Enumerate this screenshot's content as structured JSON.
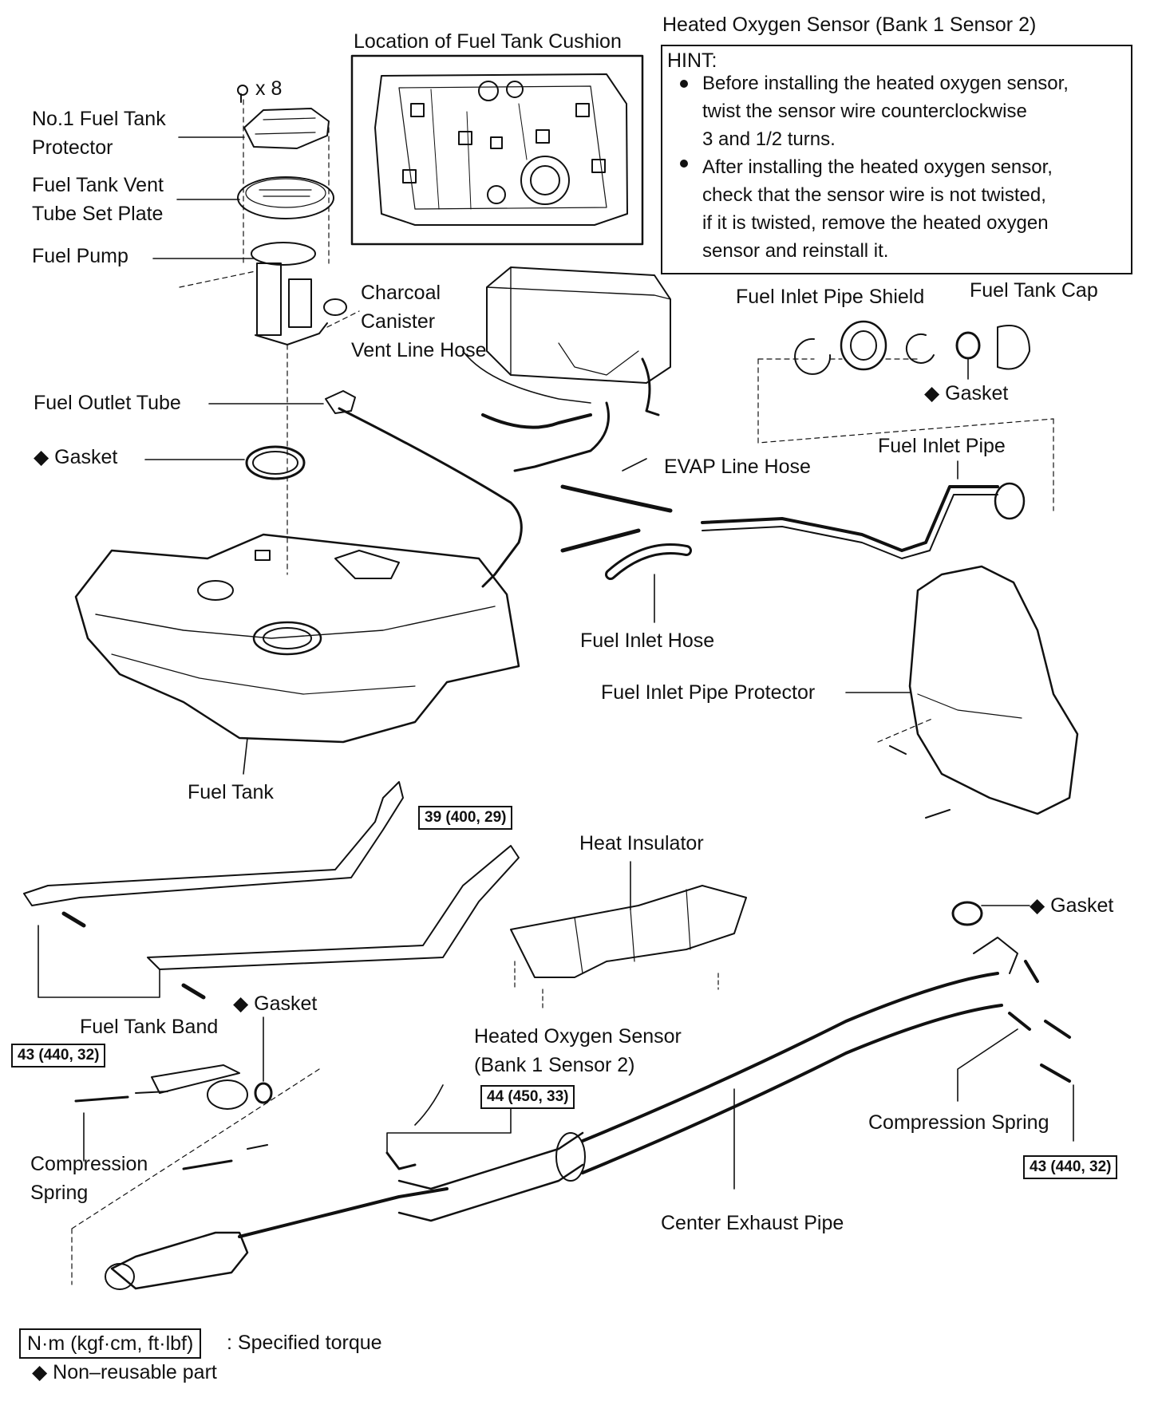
{
  "labels": {
    "fuel_tank_cushion_location": "Location of Fuel Tank Cushion",
    "no1_fuel_tank_protector": [
      "No.1 Fuel Tank",
      "Protector"
    ],
    "x8": "x 8",
    "vent_tube_set_plate": [
      "Fuel Tank Vent",
      "Tube Set Plate"
    ],
    "fuel_pump": "Fuel Pump",
    "charcoal_canister": [
      "Charcoal",
      "Canister"
    ],
    "vent_line_hose": "Vent Line Hose",
    "fuel_outlet_tube": "Fuel Outlet Tube",
    "gasket_pump": "◆ Gasket",
    "evap_line_hose": "EVAP Line Hose",
    "fuel_inlet_pipe_shield": "Fuel Inlet Pipe Shield",
    "fuel_tank_cap": "Fuel Tank Cap",
    "gasket_cap": "◆ Gasket",
    "fuel_inlet_pipe": "Fuel Inlet Pipe",
    "fuel_inlet_hose": "Fuel Inlet Hose",
    "fuel_inlet_pipe_protector": "Fuel Inlet Pipe Protector",
    "fuel_tank": "Fuel Tank",
    "heat_insulator": "Heat Insulator",
    "fuel_tank_band": "Fuel Tank Band",
    "gasket_exhaust_front": "◆ Gasket",
    "gasket_exhaust_rear": "◆ Gasket",
    "heated_oxygen_sensor_lower": [
      "Heated Oxygen Sensor",
      "(Bank 1 Sensor 2)"
    ],
    "compression_spring_left": [
      "Compression",
      "Spring"
    ],
    "compression_spring_right": "Compression Spring",
    "center_exhaust_pipe": "Center Exhaust Pipe"
  },
  "torque": {
    "tank_band": "39 (400, 29)",
    "front_flange": "43 (440, 32)",
    "oxygen_sensor": "44 (450, 33)",
    "rear_flange": "43 (440, 32)"
  },
  "hint": {
    "heading": "Heated Oxygen Sensor (Bank 1 Sensor 2)",
    "title": "HINT:",
    "items": [
      [
        "Before installing the heated oxygen sensor,",
        "twist the sensor wire counterclockwise",
        "3 and 1/2 turns."
      ],
      [
        "After installing the heated oxygen sensor,",
        "check that the sensor wire is not twisted,",
        "if it is twisted, remove the heated oxygen",
        "sensor and reinstall it."
      ]
    ]
  },
  "legend": {
    "unit_box": "N·m (kgf·cm, ft·lbf)",
    "torque_desc": ": Specified torque",
    "nonreusable": "◆ Non–reusable part"
  }
}
